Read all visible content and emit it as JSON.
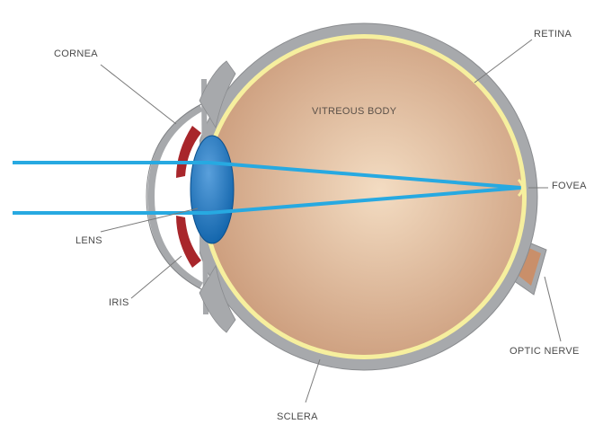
{
  "labels": {
    "cornea": "CORNEA",
    "retina": "RETINA",
    "vitreous_body": "VITREOUS BODY",
    "fovea": "FOVEA",
    "lens": "LENS",
    "iris": "IRIS",
    "optic_nerve": "OPTIC NERVE",
    "sclera": "SCLERA"
  },
  "colors": {
    "sclera": "#a7a9ac",
    "sclera_outline": "#8a8c8f",
    "retina_layer": "#f6ef9e",
    "vitreous_light": "#f3dcc2",
    "vitreous_dark": "#c99877",
    "iris": "#a8262b",
    "lens_light": "#5aa0dc",
    "lens_dark": "#0a5ea6",
    "light_ray": "#27a9e1",
    "leader_line": "#7a7a7a",
    "optic_nerve": "#c98f6a"
  }
}
